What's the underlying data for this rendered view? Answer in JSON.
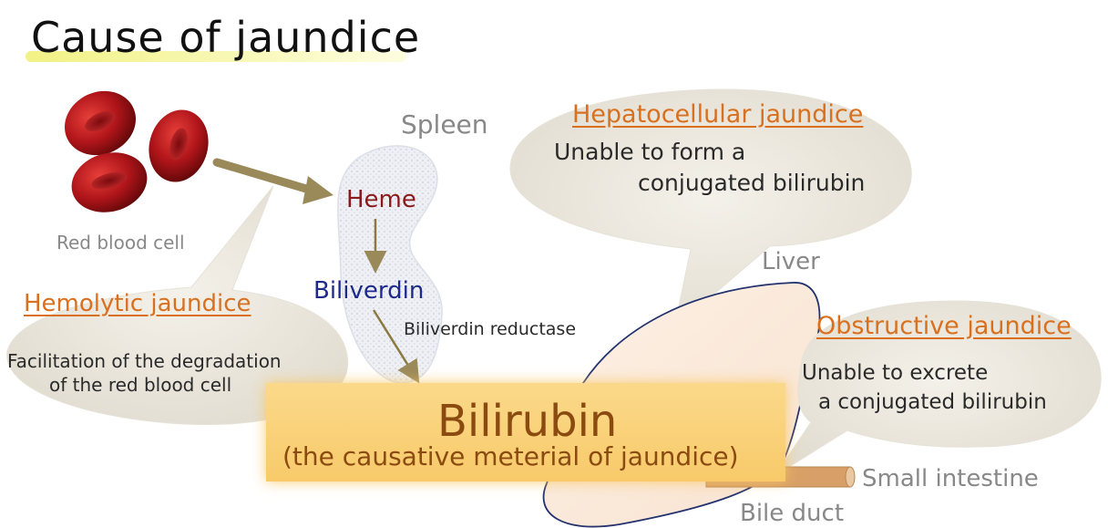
{
  "title": "Cause of jaundice",
  "red_blood_cell": {
    "label": "Red blood cell"
  },
  "spleen": {
    "label": "Spleen",
    "heme": "Heme",
    "biliverdin": "Biliverdin",
    "enzyme": "Biliverdin reductase"
  },
  "hemolytic": {
    "title": "Hemolytic jaundice",
    "line1": "Facilitation of the degradation",
    "line2": "of the red blood cell"
  },
  "hepatocellular": {
    "title": "Hepatocellular jaundice",
    "line1": "Unable to form a",
    "line2": "conjugated bilirubin"
  },
  "obstructive": {
    "title": "Obstructive jaundice",
    "line1": "Unable to excrete",
    "line2": "a conjugated bilirubin"
  },
  "liver": {
    "label": "Liver"
  },
  "small_intestine": {
    "label": "Small intestine"
  },
  "bile_duct": {
    "label": "Bile duct"
  },
  "bilirubin": {
    "title": "Bilirubin",
    "subtitle": "(the causative meterial of jaundice)"
  },
  "colors": {
    "orange": "#d9701f",
    "heme": "#8b1a1a",
    "biliverdin": "#1e2a8a",
    "bubble": "#ece8df",
    "bilirubin_box": "#f8ca6a"
  }
}
